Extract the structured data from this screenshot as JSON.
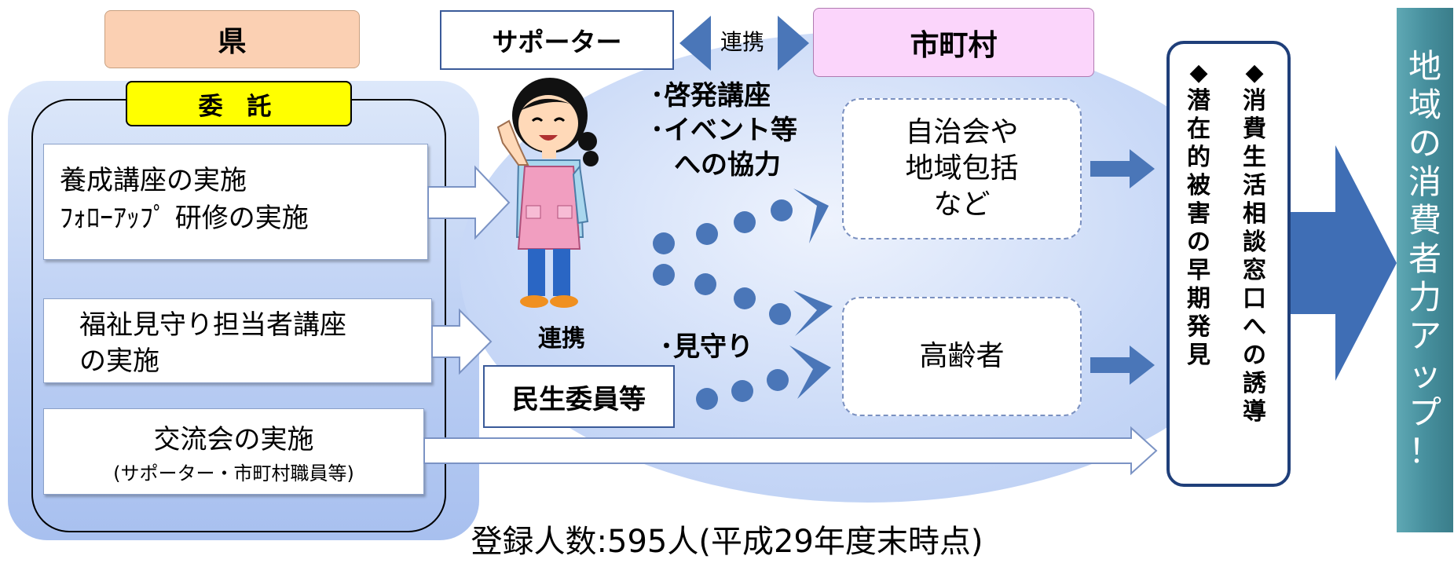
{
  "prefecture": {
    "label": "県",
    "commission_label": "委 託",
    "boxes": {
      "training": [
        "養成講座の実施",
        "ﾌｫﾛｰｱｯﾌﾟ 研修の実施"
      ],
      "welfare": [
        "福祉見守り担当者講座",
        "の実施"
      ],
      "exchange": {
        "main": "交流会の実施",
        "sub": "(サポーター・市町村職員等)"
      }
    }
  },
  "supporter": {
    "label": "サポーター",
    "link_label": "連携",
    "link_below": "連携",
    "activities": [
      "･啓発講座",
      "･イベント等",
      "への協力"
    ],
    "watch": "･見守り"
  },
  "minsei": {
    "label": "民生委員等"
  },
  "municipality": {
    "label": "市町村"
  },
  "targets": {
    "community": [
      "自治会や",
      "地域包括",
      "など"
    ],
    "elderly": "高齢者"
  },
  "outcomes": {
    "col1": [
      "◆",
      "消",
      "費",
      "生",
      "活",
      "相",
      "談",
      "窓",
      "口",
      "へ",
      "の",
      "誘",
      "導"
    ],
    "col2": [
      "◆",
      "潜",
      "在",
      "的",
      "被",
      "害",
      "の",
      "早",
      "期",
      "発",
      "見"
    ]
  },
  "result": [
    "地",
    "域",
    "の",
    "消",
    "費",
    "者",
    "力",
    "ア",
    "ッ",
    "プ",
    "！"
  ],
  "footer": "登録人数:595人(平成29年度末時点)",
  "colors": {
    "prefecture_header": "#fbd0b3",
    "commission_header": "#ffff00",
    "municipality_header": "#fbd5fb",
    "arrow_blue": "#4a76b8",
    "result_teal": "#47909e"
  }
}
